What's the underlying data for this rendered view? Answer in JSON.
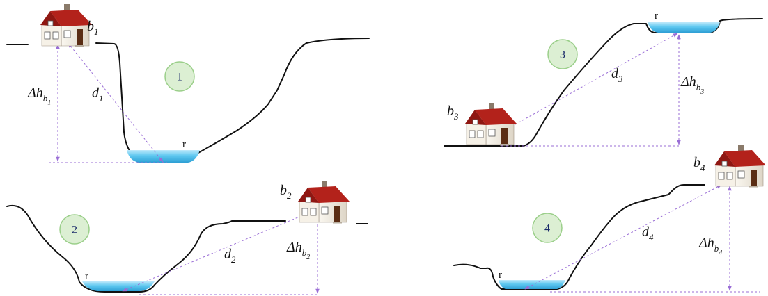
{
  "panels": [
    {
      "badge": "1",
      "building": {
        "main": "b",
        "index": "1"
      },
      "distance": {
        "main": "d",
        "index": "1"
      },
      "height": {
        "main": "Δh",
        "sub": "b",
        "index": "1"
      },
      "river": "r"
    },
    {
      "badge": "2",
      "building": {
        "main": "b",
        "index": "2"
      },
      "distance": {
        "main": "d",
        "index": "2"
      },
      "height": {
        "main": "Δh",
        "sub": "b",
        "index": "2"
      },
      "river": "r"
    },
    {
      "badge": "3",
      "building": {
        "main": "b",
        "index": "3"
      },
      "distance": {
        "main": "d",
        "index": "3"
      },
      "height": {
        "main": "Δh",
        "sub": "b",
        "index": "3"
      },
      "river": "r"
    },
    {
      "badge": "4",
      "building": {
        "main": "b",
        "index": "4"
      },
      "distance": {
        "main": "d",
        "index": "4"
      },
      "height": {
        "main": "Δh",
        "sub": "b",
        "index": "4"
      },
      "river": "r"
    }
  ],
  "colors": {
    "terrain": "#111111",
    "guide": "#9a6ed6",
    "water": "#5ec8f0",
    "badge_fill": "#dcefd3",
    "badge_stroke": "#9bcf8a",
    "roof": "#b3221b",
    "wall": "#f1ece2"
  },
  "icons": [
    "house-icon",
    "water-body"
  ]
}
